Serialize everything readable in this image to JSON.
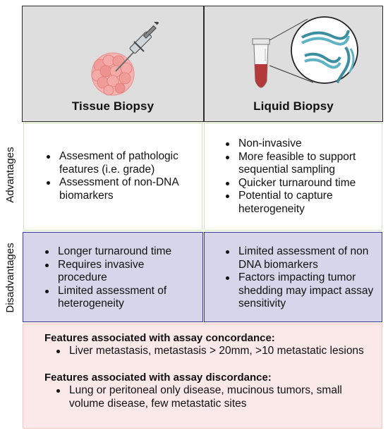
{
  "header": {
    "tissue_title": "Tissue Biopsy",
    "liquid_title": "Liquid Biopsy"
  },
  "rows": {
    "advantages_label": "Advantages",
    "disadvantages_label": "Disadvantages"
  },
  "advantages": {
    "tissue": [
      "Assesment of pathologic features (i.e. grade)",
      "Assessment of non-DNA biomarkers"
    ],
    "liquid": [
      "Non-invasive",
      "More feasible to support sequential sampling",
      "Quicker turnaround time",
      "Potential to capture heterogeneity"
    ]
  },
  "disadvantages": {
    "tissue": [
      "Longer turnaround time",
      "Requires invasive procedure",
      "Limited assessment of heterogeneity"
    ],
    "liquid": [
      "Limited assessment of non DNA biomarkers",
      "Factors impacting tumor shedding may impact assay sensitivity"
    ]
  },
  "features": {
    "concordance_heading": "Features associated with assay concordance:",
    "concordance_items": [
      "Liver metastasis, metastasis > 20mm, >10 metastatic lesions"
    ],
    "discordance_heading": "Features associated with assay discordance:",
    "discordance_items": [
      "Lung or peritoneal only disease, mucinous tumors, small volume disease, few metastatic sites"
    ]
  },
  "colors": {
    "header_bg": "#dedede",
    "advantages_border": "#cfe8c4",
    "disadvantages_bg": "#d6d5ea",
    "disadvantages_border": "#3c3a8a",
    "features_bg": "#fbe8e8",
    "features_border": "#f2c4c4",
    "tumor": "#ef9a9a",
    "blood": "#b23a3a",
    "dna": "#3b8ea0"
  },
  "icons": {
    "tissue": "tumor-with-biopsy-needle-icon",
    "liquid": "blood-tube-with-dna-fragments-icon"
  }
}
